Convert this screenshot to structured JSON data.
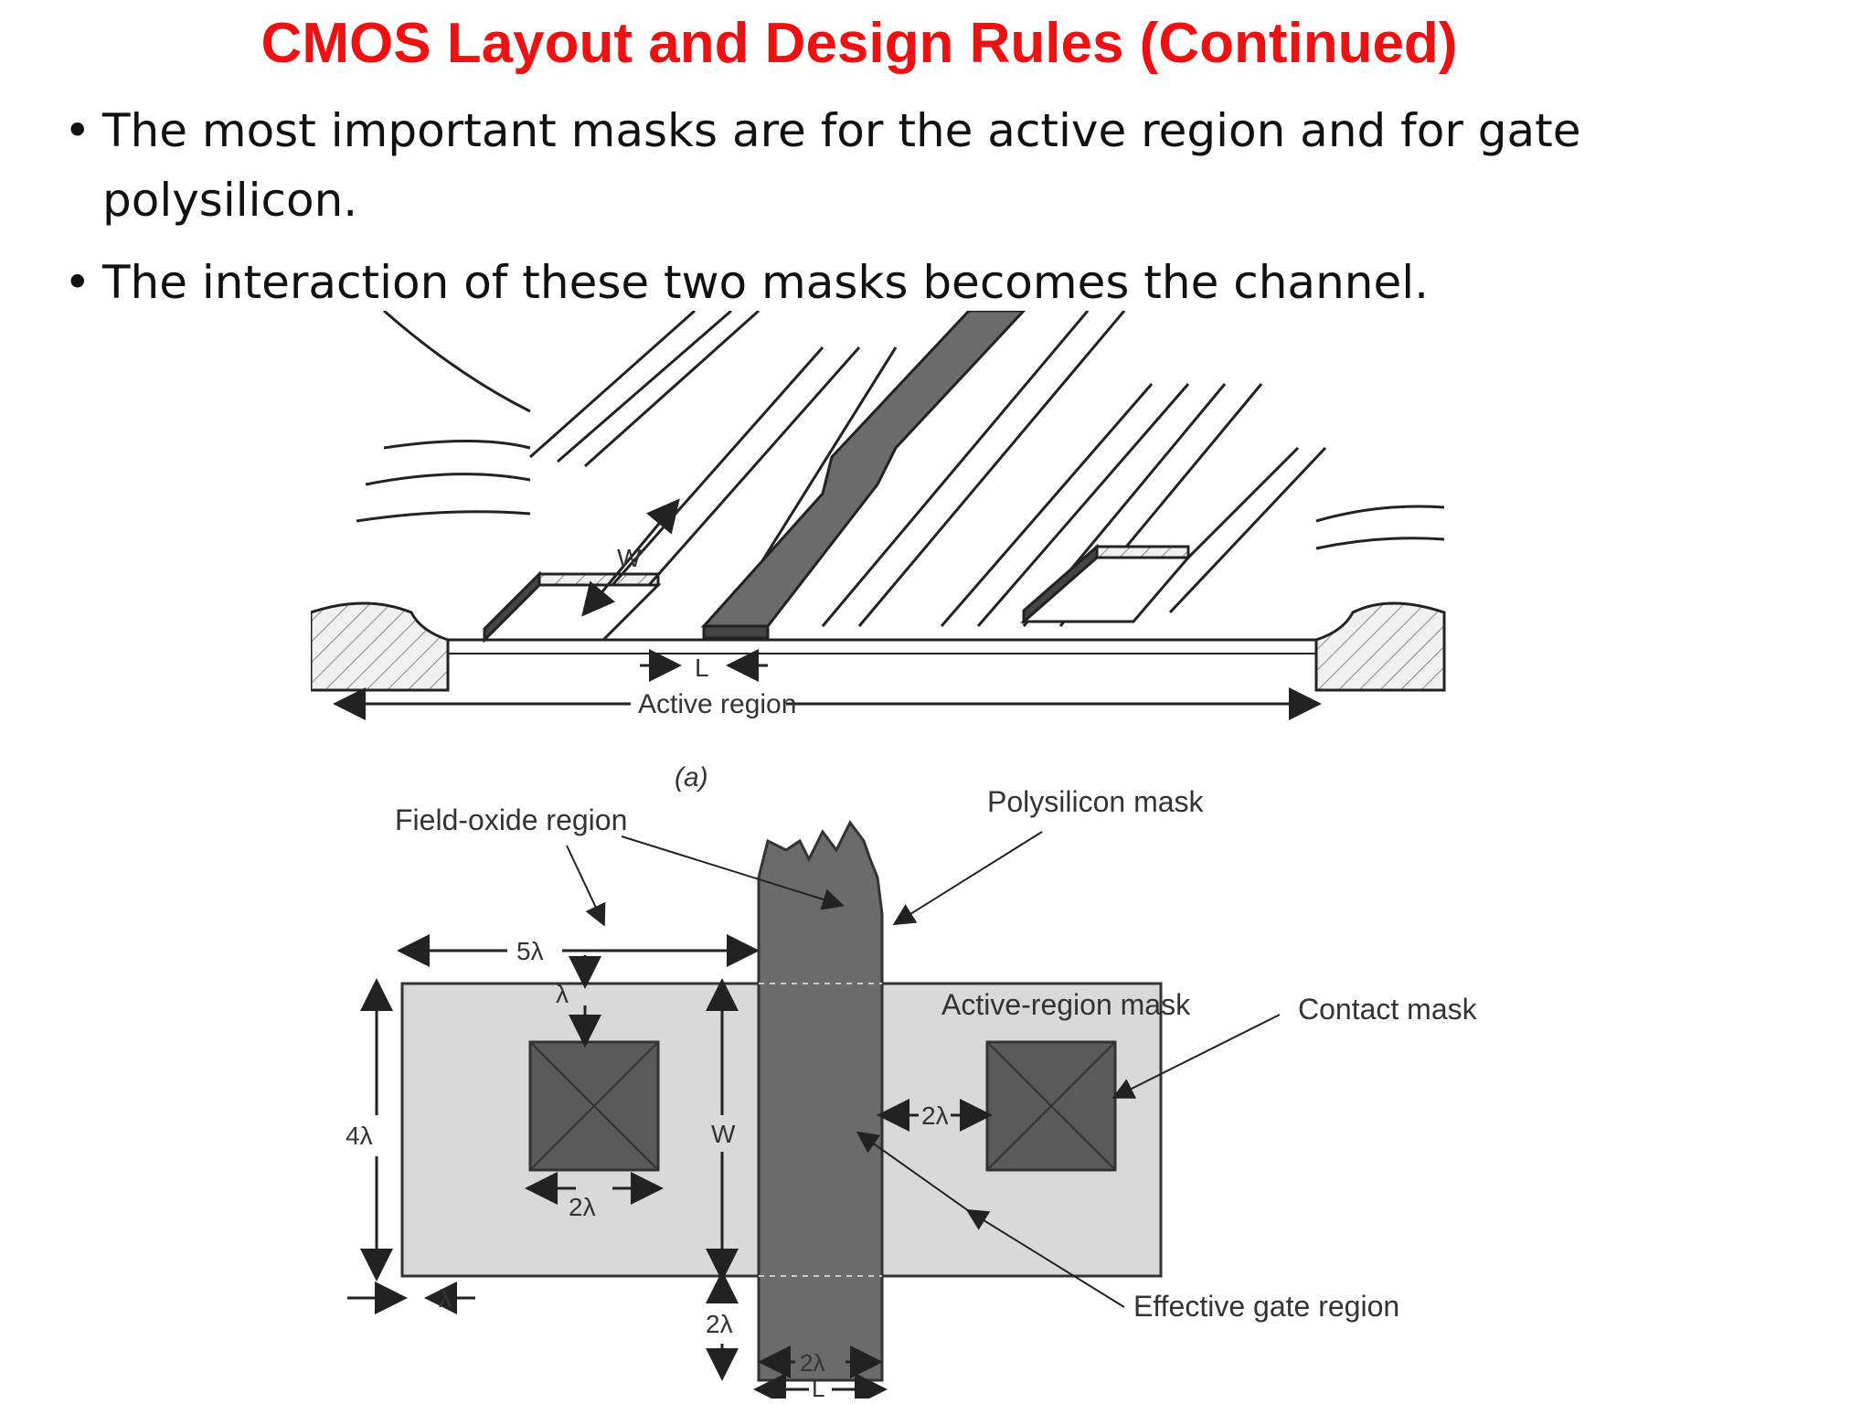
{
  "slide": {
    "title": "CMOS Layout and Design Rules (Continued)",
    "bullets": [
      "The most important masks are for the active region and for gate polysilicon.",
      "The interaction of these two masks becomes the channel."
    ]
  },
  "figure": {
    "top_labels": {
      "width": "W",
      "length": "L",
      "active_region": "Active region",
      "caption": "(a)"
    },
    "bottom_labels": {
      "field_oxide": "Field-oxide region",
      "polysilicon_mask": "Polysilicon mask",
      "active_region_mask": "Active-region mask",
      "contact_mask": "Contact mask",
      "effective_gate": "Effective gate region",
      "dim_5l": "5λ",
      "dim_l_top": "λ",
      "dim_4l": "4λ",
      "dim_2l_contact_left": "2λ",
      "dim_l_bottom": "λ",
      "dim_w": "W",
      "dim_2l_gap_right": "2λ",
      "dim_2l_overhang": "2λ",
      "dim_2l_poly": "2λ",
      "dim_L": "L"
    },
    "colors": {
      "poly": "#6b6b6b",
      "contact": "#5a5a5a",
      "active_mask": "#d9d9d9",
      "line": "#222222",
      "hatch": "#888888"
    }
  }
}
